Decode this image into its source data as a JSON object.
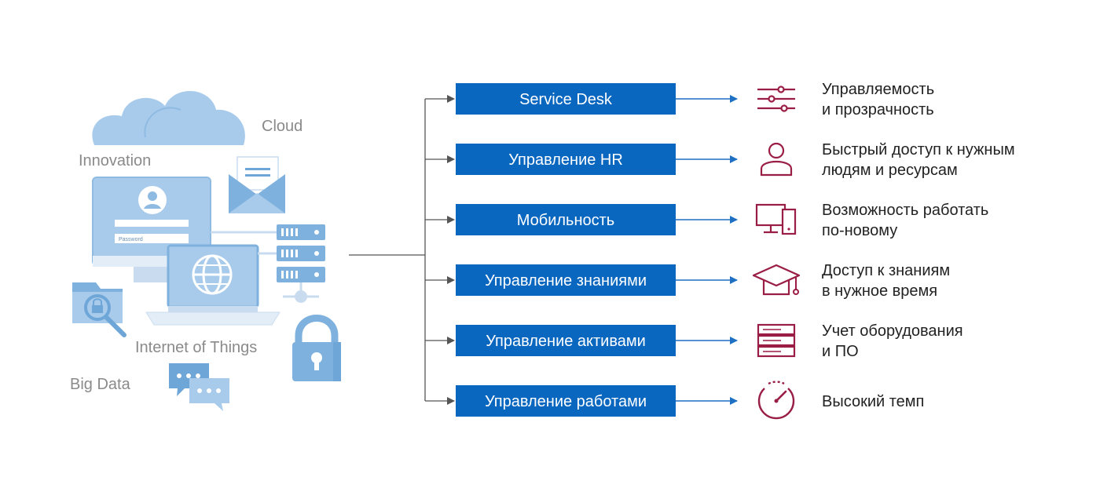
{
  "colors": {
    "box": "#0a67c0",
    "icon_light": "#a8cbeb",
    "icon_mid": "#6fa6d8",
    "accent": "#9a1d45",
    "connector": "#555555",
    "arrow": "#1f6fc2",
    "gray_label": "#8a8a8a"
  },
  "illustration": {
    "labels": {
      "cloud": "Cloud",
      "innovation": "Innovation",
      "iot": "Internet of Things",
      "big_data": "Big Data"
    },
    "password_placeholder": "Password",
    "icons": [
      "cloud-icon",
      "mail-icon",
      "monitor-login-icon",
      "laptop-globe-icon",
      "server-icon",
      "folder-lock-icon",
      "padlock-icon",
      "chat-bubbles-icon"
    ]
  },
  "rows": [
    {
      "box": "Service Desk",
      "benefit_line1": "Управляемость",
      "benefit_line2": "и прозрачность",
      "icon": "sliders-icon"
    },
    {
      "box": "Управление HR",
      "benefit_line1": "Быстрый доступ к нужным",
      "benefit_line2": "людям и ресурсам",
      "icon": "person-icon"
    },
    {
      "box": "Мобильность",
      "benefit_line1": "Возможность работать",
      "benefit_line2": "по-новому",
      "icon": "devices-icon"
    },
    {
      "box": "Управление знаниями",
      "benefit_line1": "Доступ к знаниям",
      "benefit_line2": "в нужное время",
      "icon": "graduation-cap-icon"
    },
    {
      "box": "Управление активами",
      "benefit_line1": "Учет оборудования",
      "benefit_line2": "и ПО",
      "icon": "server-rack-icon"
    },
    {
      "box": "Управление работами",
      "benefit_line1": "Высокий темп",
      "benefit_line2": "",
      "icon": "speedometer-icon"
    }
  ]
}
